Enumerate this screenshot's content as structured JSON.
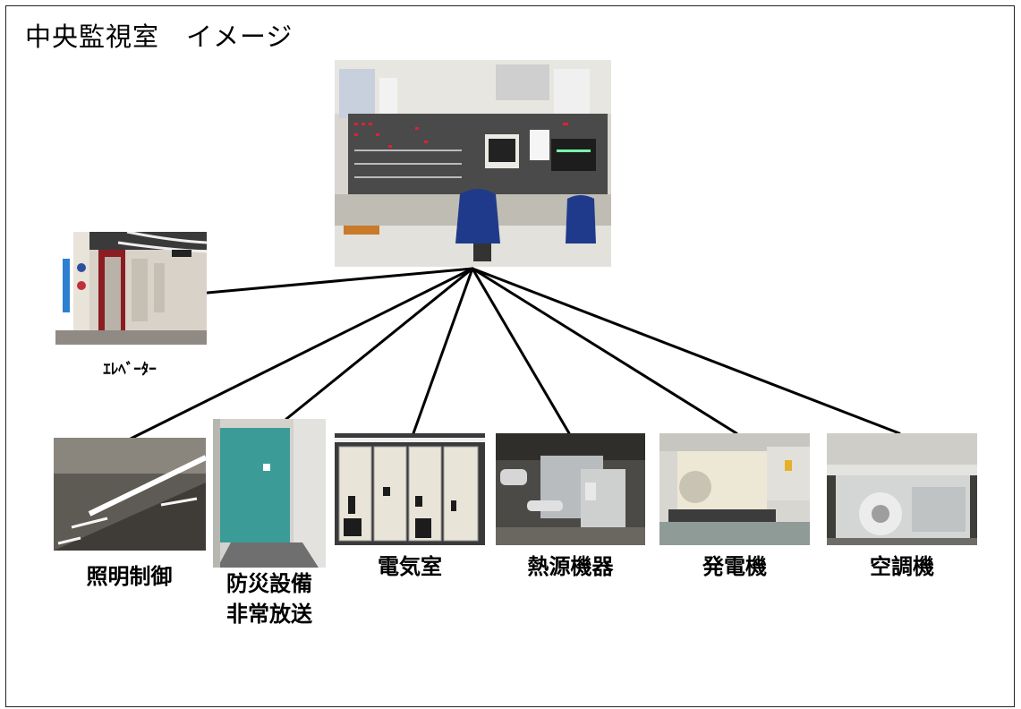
{
  "title": "中央監視室　イメージ",
  "nodes": {
    "elevator": {
      "label": "ｴﾚﾍﾞｰﾀｰ"
    },
    "lighting": {
      "label": "照明制御"
    },
    "disaster": {
      "label_line1": "防災設備",
      "label_line2": "非常放送"
    },
    "electrical": {
      "label": "電気室"
    },
    "heat_source": {
      "label": "熱源機器"
    },
    "generator": {
      "label": "発電機"
    },
    "hvac": {
      "label": "空調機"
    }
  }
}
